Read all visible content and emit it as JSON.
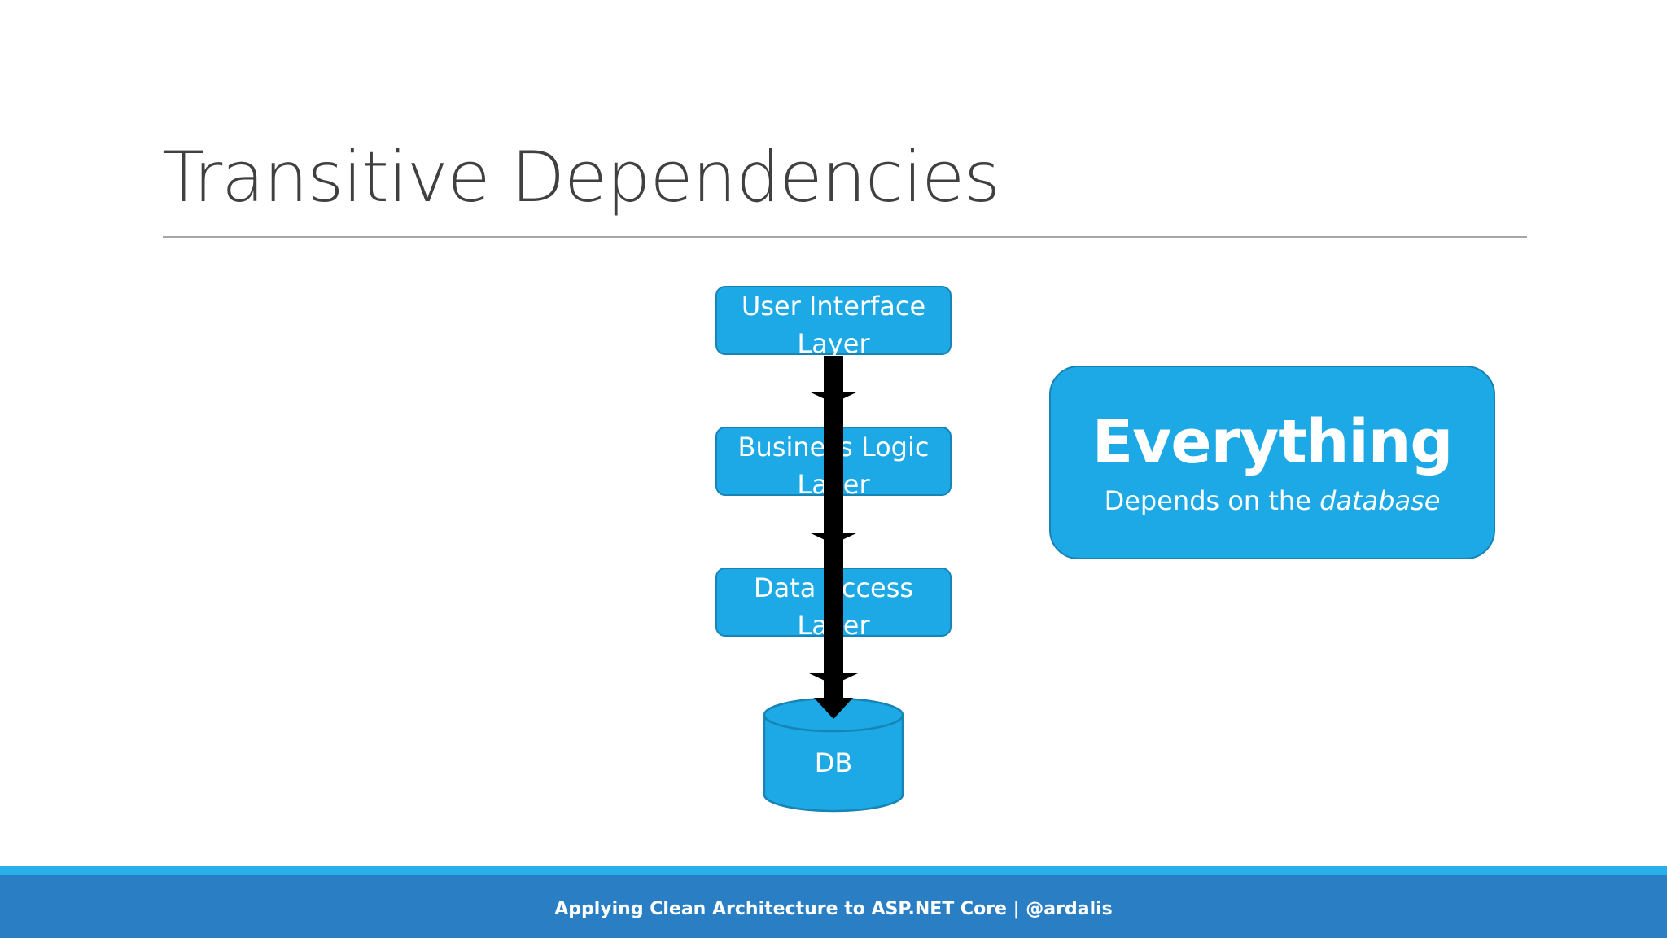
{
  "slide": {
    "title": "Transitive Dependencies",
    "footer": "Applying Clean Architecture to ASP.NET Core | @ardalis"
  },
  "diagram": {
    "layers": [
      {
        "line1": "User Interface",
        "line2": "Layer"
      },
      {
        "line1": "Business Logic",
        "line2": "Layer"
      },
      {
        "line1": "Data Access",
        "line2": "Layer"
      }
    ],
    "database": "DB",
    "callout": {
      "main": "Everything",
      "sub_prefix": "Depends on the ",
      "sub_emphasis": "database"
    }
  },
  "colors": {
    "box_fill": "#1da9e6",
    "box_border": "#1784b6",
    "footer_bar": "#2a7fc4",
    "footer_strip": "#2ab0e8",
    "title_text": "#404040"
  }
}
